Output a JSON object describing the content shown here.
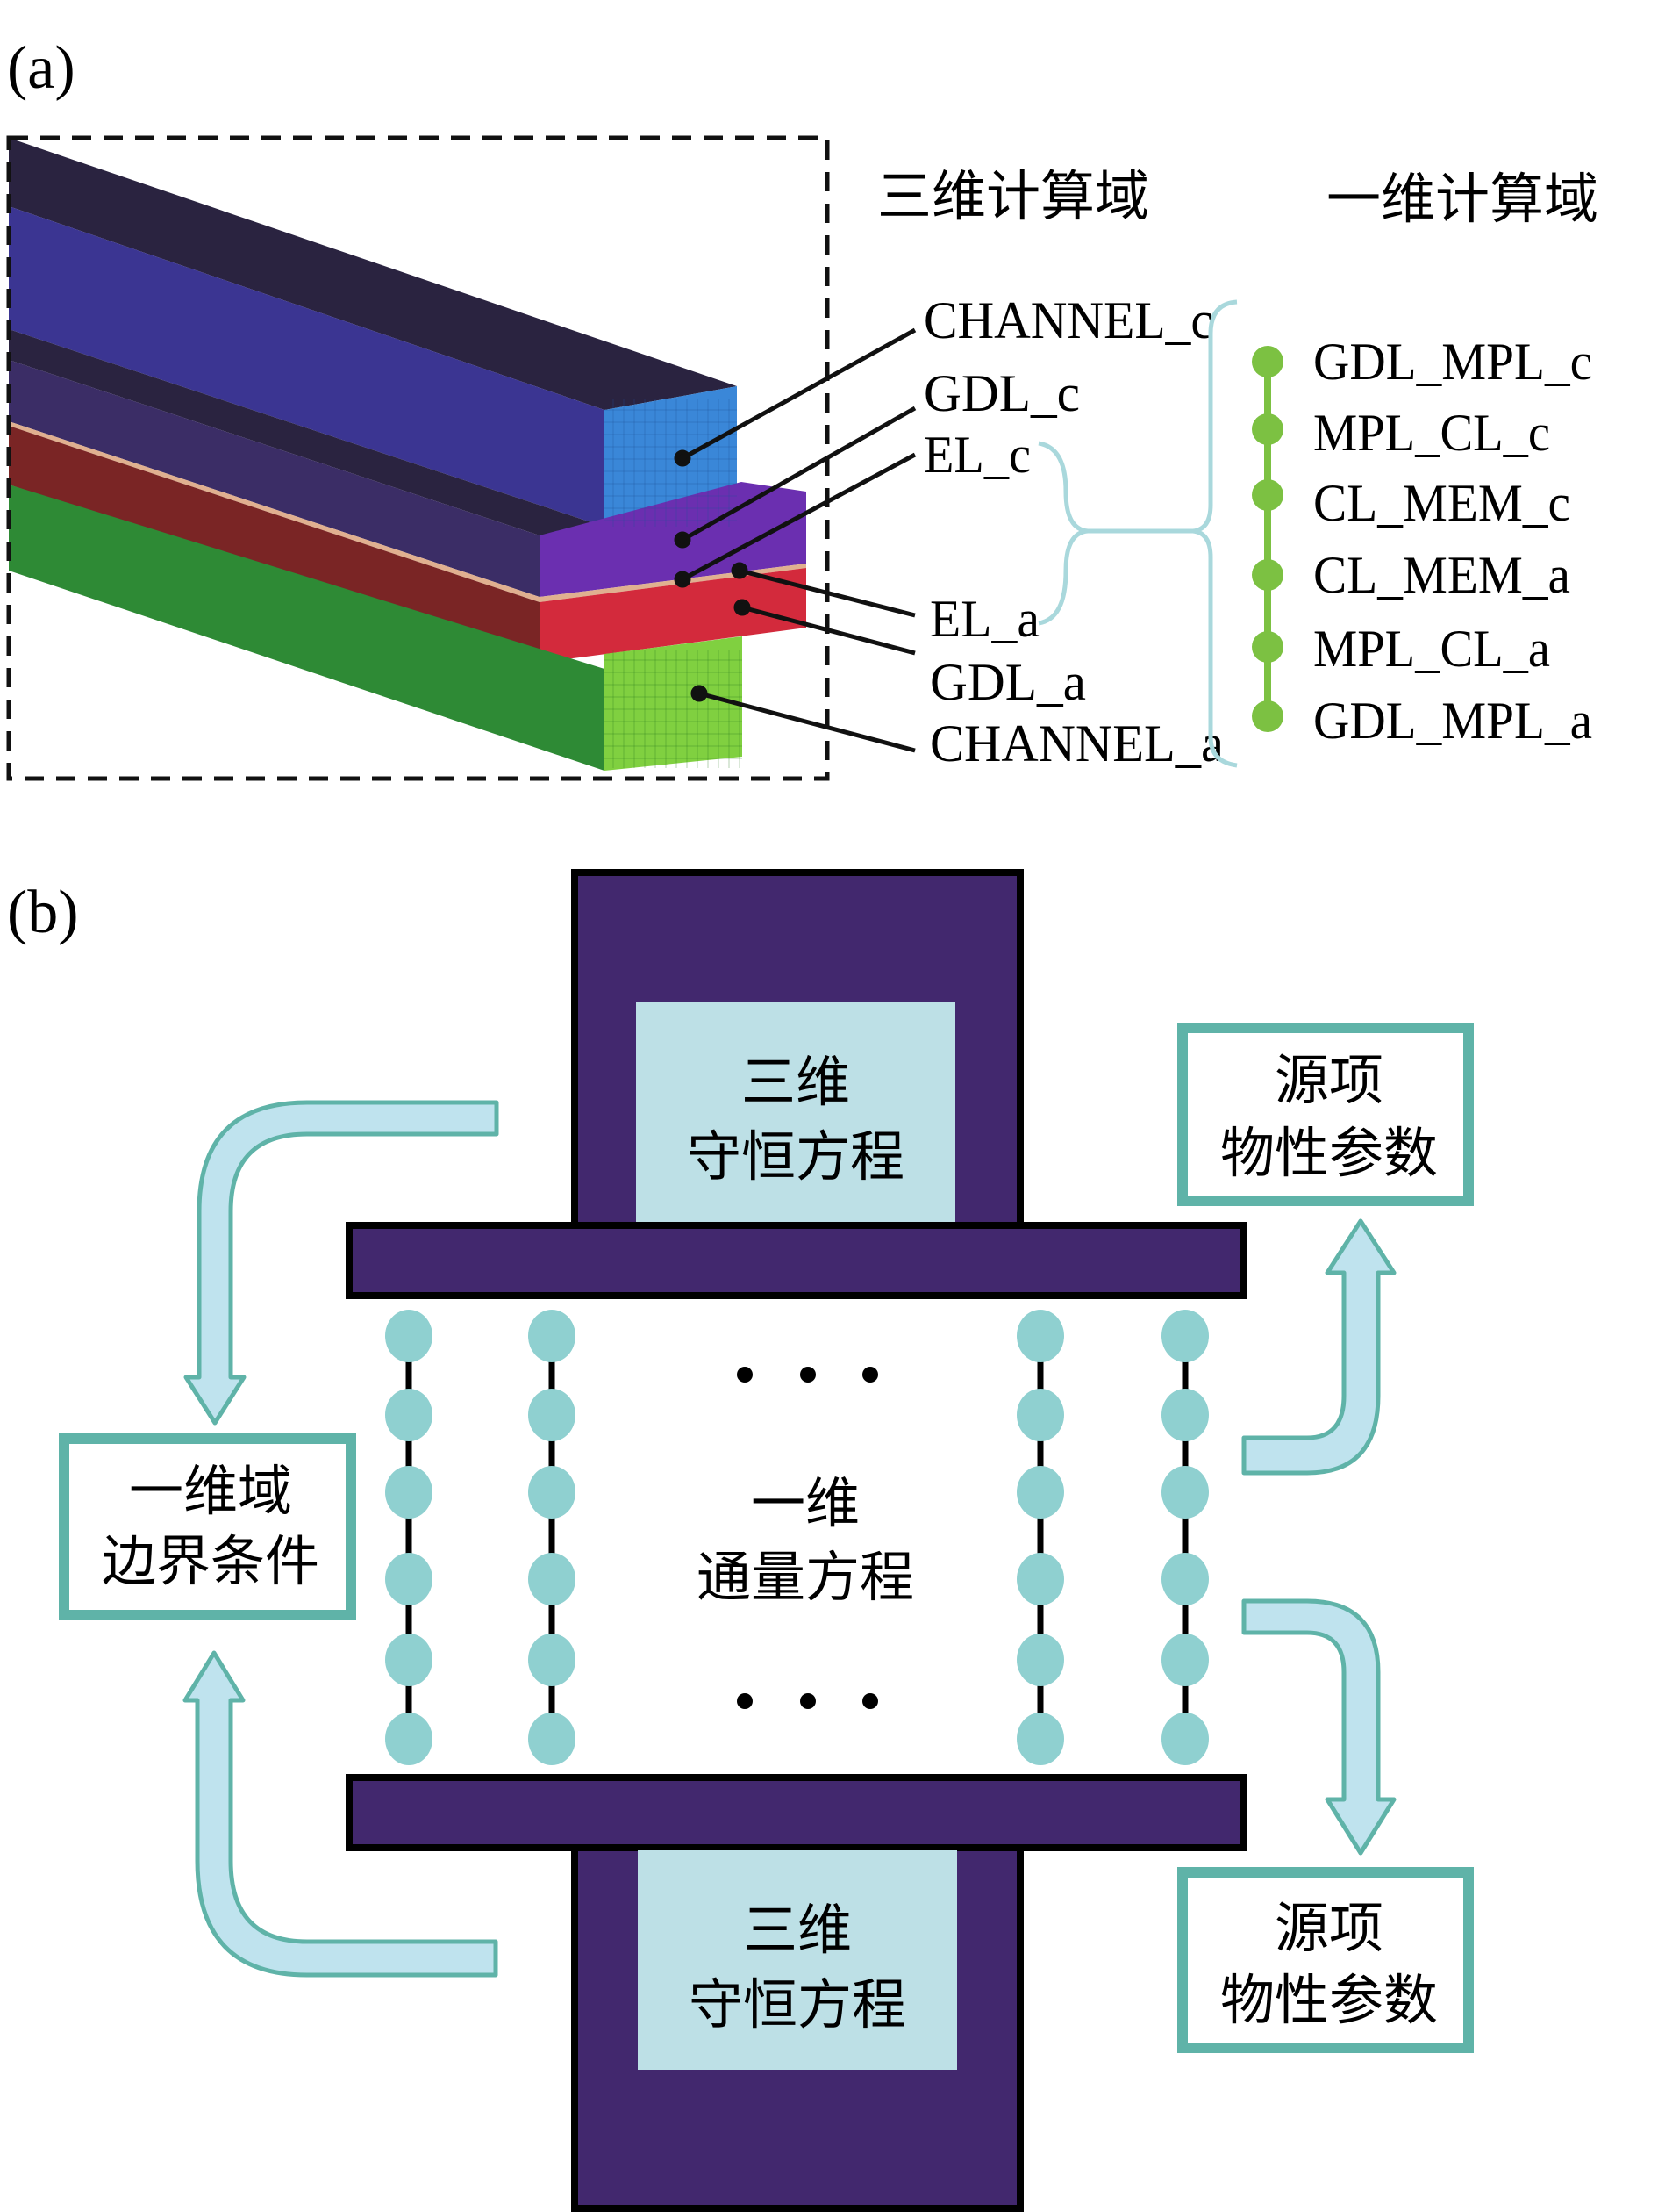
{
  "panel_a": {
    "label": "(a)",
    "heading_3d": "三维计算域",
    "heading_1d": "一维计算域",
    "layers_3d": [
      {
        "id": "channel_c",
        "label": "CHANNEL_c"
      },
      {
        "id": "gdl_c",
        "label": "GDL_c"
      },
      {
        "id": "el_c",
        "label": "EL_c"
      },
      {
        "id": "el_a",
        "label": "EL_a"
      },
      {
        "id": "gdl_a",
        "label": "GDL_a"
      },
      {
        "id": "channel_a",
        "label": "CHANNEL_a"
      }
    ],
    "nodes_1d": [
      {
        "label": "GDL_MPL_c"
      },
      {
        "label": "MPL_CL_c"
      },
      {
        "label": "CL_MEM_c"
      },
      {
        "label": "CL_MEM_a"
      },
      {
        "label": "MPL_CL_a"
      },
      {
        "label": "GDL_MPL_a"
      }
    ],
    "colors": {
      "top_dark": "#2a2340",
      "channel_c_side": "#3b3592",
      "channel_c_front": "#3a87d8",
      "gdl_c_side": "#3b2d66",
      "gdl_c_front": "#6b2fb0",
      "gdl_a_side": "#7a2525",
      "gdl_a_front": "#d32a3c",
      "channel_a_side": "#2e8a35",
      "channel_a_front": "#80d040",
      "node_green": "#7cc142",
      "brace": "#a9d8dc"
    }
  },
  "panel_b": {
    "label": "(b)",
    "top_3d_box": {
      "line1": "三维",
      "line2": "守恒方程"
    },
    "bottom_3d_box": {
      "line1": "三维",
      "line2": "守恒方程"
    },
    "center_1d": {
      "line1": "一维",
      "line2": "通量方程"
    },
    "left_box": {
      "line1": "一维域",
      "line2": "边界条件"
    },
    "right_top_box": {
      "line1": "源项",
      "line2": "物性参数"
    },
    "right_bottom_box": {
      "line1": "源项",
      "line2": "物性参数"
    },
    "ellipsis": "...",
    "node_columns": 4,
    "nodes_per_column": 6,
    "colors": {
      "slab_purple": "#42286e",
      "inner_box": "#bde0e6",
      "box_border": "#5fb3a8",
      "node": "#8fd0d0",
      "arrow_fill": "#bfe3ee",
      "arrow_stroke": "#5fb3a8"
    }
  }
}
